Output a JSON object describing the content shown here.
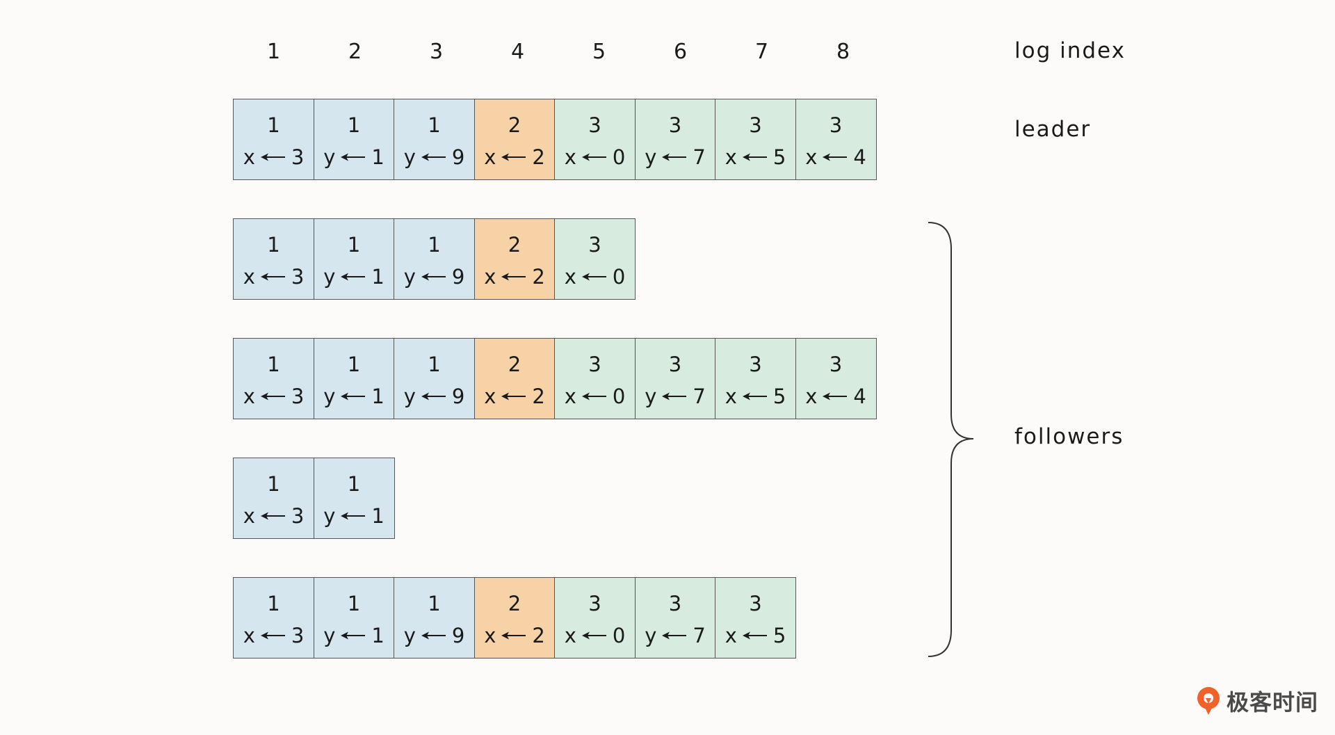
{
  "header": {
    "indices": [
      "1",
      "2",
      "3",
      "4",
      "5",
      "6",
      "7",
      "8"
    ],
    "index_label": "log index"
  },
  "labels": {
    "leader": "leader",
    "followers": "followers"
  },
  "logs": [
    {
      "role": "leader",
      "entries": [
        {
          "term": "1",
          "var": "x",
          "val": "3"
        },
        {
          "term": "1",
          "var": "y",
          "val": "1"
        },
        {
          "term": "1",
          "var": "y",
          "val": "9"
        },
        {
          "term": "2",
          "var": "x",
          "val": "2"
        },
        {
          "term": "3",
          "var": "x",
          "val": "0"
        },
        {
          "term": "3",
          "var": "y",
          "val": "7"
        },
        {
          "term": "3",
          "var": "x",
          "val": "5"
        },
        {
          "term": "3",
          "var": "x",
          "val": "4"
        }
      ]
    },
    {
      "role": "follower",
      "entries": [
        {
          "term": "1",
          "var": "x",
          "val": "3"
        },
        {
          "term": "1",
          "var": "y",
          "val": "1"
        },
        {
          "term": "1",
          "var": "y",
          "val": "9"
        },
        {
          "term": "2",
          "var": "x",
          "val": "2"
        },
        {
          "term": "3",
          "var": "x",
          "val": "0"
        }
      ]
    },
    {
      "role": "follower",
      "entries": [
        {
          "term": "1",
          "var": "x",
          "val": "3"
        },
        {
          "term": "1",
          "var": "y",
          "val": "1"
        },
        {
          "term": "1",
          "var": "y",
          "val": "9"
        },
        {
          "term": "2",
          "var": "x",
          "val": "2"
        },
        {
          "term": "3",
          "var": "x",
          "val": "0"
        },
        {
          "term": "3",
          "var": "y",
          "val": "7"
        },
        {
          "term": "3",
          "var": "x",
          "val": "5"
        },
        {
          "term": "3",
          "var": "x",
          "val": "4"
        }
      ]
    },
    {
      "role": "follower",
      "entries": [
        {
          "term": "1",
          "var": "x",
          "val": "3"
        },
        {
          "term": "1",
          "var": "y",
          "val": "1"
        }
      ]
    },
    {
      "role": "follower",
      "entries": [
        {
          "term": "1",
          "var": "x",
          "val": "3"
        },
        {
          "term": "1",
          "var": "y",
          "val": "1"
        },
        {
          "term": "1",
          "var": "y",
          "val": "9"
        },
        {
          "term": "2",
          "var": "x",
          "val": "2"
        },
        {
          "term": "3",
          "var": "x",
          "val": "0"
        },
        {
          "term": "3",
          "var": "y",
          "val": "7"
        },
        {
          "term": "3",
          "var": "x",
          "val": "5"
        }
      ]
    }
  ],
  "colors": {
    "term_1": "#d6e6ee",
    "term_2": "#f6d2a6",
    "term_3": "#d8ebdf",
    "border": "#555555",
    "logo_orange": "#f0622a"
  },
  "logo": {
    "text": "极客时间",
    "icon": "geektime-logo-icon"
  }
}
